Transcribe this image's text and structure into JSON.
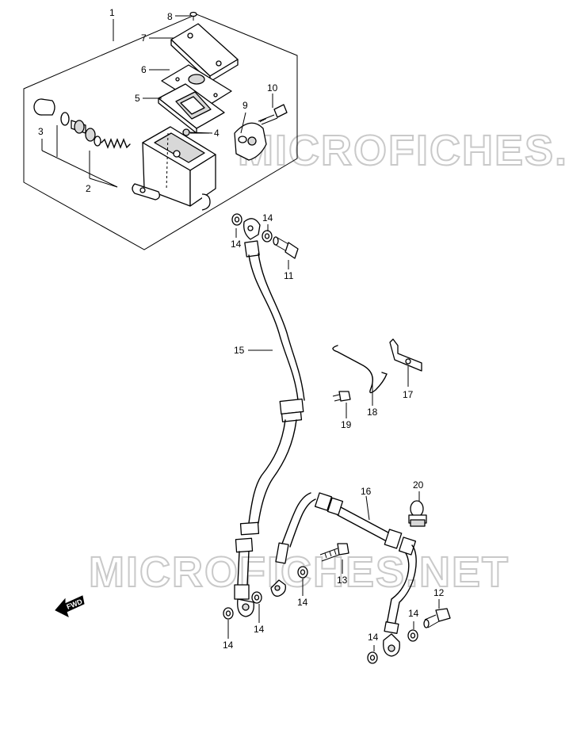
{
  "diagram": {
    "watermark_text": "MICROFICHES.NET",
    "direction_label": "FWD",
    "callouts": {
      "p1": "1",
      "p2": "2",
      "p3": "3",
      "p4": "4",
      "p5": "5",
      "p6": "6",
      "p7": "7",
      "p8": "8",
      "p9": "9",
      "p10": "10",
      "p11": "11",
      "p12": "12",
      "p13": "13",
      "p14": "14",
      "p15": "15",
      "p16": "16",
      "p17": "17",
      "p18": "18",
      "p19": "19",
      "p20": "20"
    }
  }
}
